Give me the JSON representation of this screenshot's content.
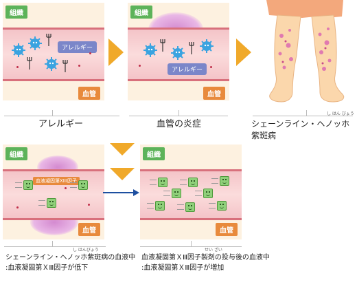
{
  "labels": {
    "tissue": "組織",
    "vessel": "血管",
    "allergy": "アレルギー",
    "factor_xiii": "血液凝固第XIII因子"
  },
  "captions": {
    "allergy": "アレルギー",
    "vasculitis": "血管の炎症",
    "hsp": "シェーンライン・ヘノッホ紫斑病",
    "hsp_ruby": "し はん びょう",
    "bottom_left_line1": "シェーンライン・ヘノッホ紫斑病の血液中",
    "bottom_left_line2": ":血液凝固第ＸⅢ因子が低下",
    "bottom_left_ruby": "し はんびょう",
    "bottom_right_line1": "血液凝固第ＸⅢ因子製剤の投与後の血液中",
    "bottom_right_line2": ":血液凝固第ＸⅢ因子が増加",
    "bottom_right_ruby": "せい ざい"
  },
  "colors": {
    "arrow": "#f0a92a",
    "tissue_tag": "#5db35a",
    "vessel_tag": "#e88a3c",
    "allergy_tag": "#7b86c9",
    "blue_arrow": "#1d4fa0"
  },
  "icons": [
    "allergen-icon",
    "fork-icon",
    "factor-xiii-icon",
    "legs-illustration"
  ]
}
